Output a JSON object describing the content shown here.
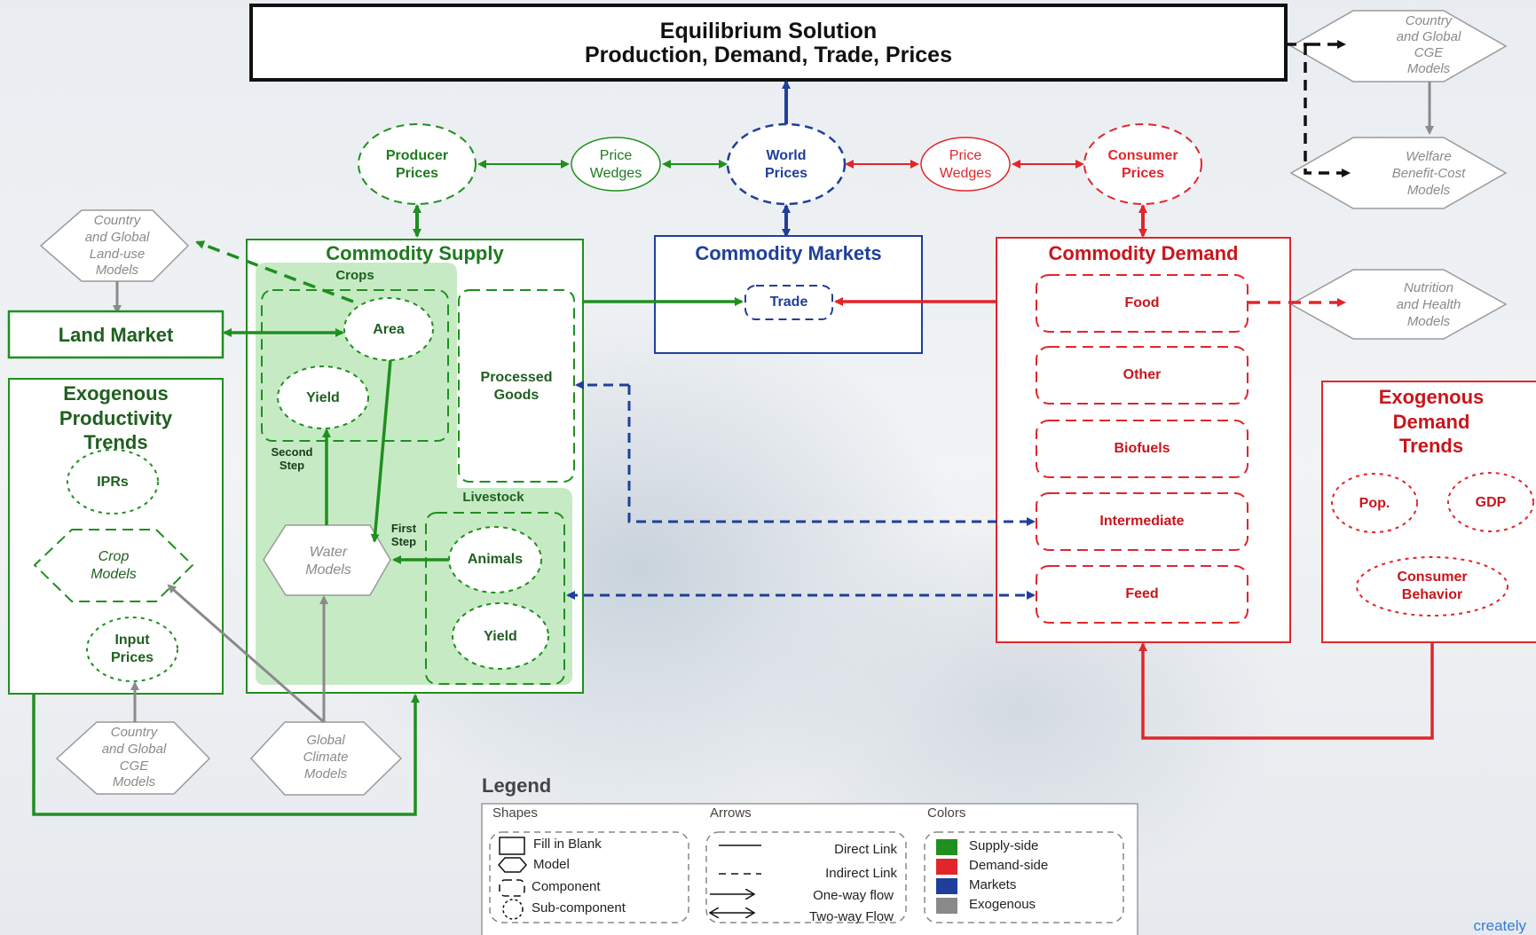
{
  "header": {
    "line1": "Equilibrium Solution",
    "line2": "Production, Demand, Trade, Prices"
  },
  "top_models": {
    "cge_top": "Country\nand Global\nCGE\nModels",
    "welfare": "Welfare\nBenefit-Cost\nModels"
  },
  "prices": {
    "producer": "Producer\nPrices",
    "wedges_left": "Price\nWedges",
    "world": "World\nPrices",
    "wedges_right": "Price\nWedges",
    "consumer": "Consumer\nPrices"
  },
  "supply": {
    "title": "Commodity Supply",
    "crops": "Crops",
    "area": "Area",
    "yield": "Yield",
    "second_step": "Second\nStep",
    "first_step": "First\nStep",
    "water_models": "Water\nModels",
    "processed_goods": "Processed\nGoods",
    "livestock": "Livestock",
    "animals": "Animals",
    "livestock_yield": "Yield"
  },
  "markets": {
    "title": "Commodity Markets",
    "trade": "Trade"
  },
  "demand": {
    "title": "Commodity Demand",
    "items": [
      "Food",
      "Other",
      "Biofuels",
      "Intermediate",
      "Feed"
    ]
  },
  "left": {
    "landuse_models": "Country\nand Global\nLand-use\nModels",
    "land_market": "Land Market",
    "exo_prod_title": "Exogenous\nProductivity\nTrends",
    "iprs": "IPRs",
    "crop_models": "Crop\nModels",
    "input_prices": "Input\nPrices",
    "cge_bottom": "Country\nand Global\nCGE\nModels",
    "climate_models": "Global\nClimate\nModels"
  },
  "right": {
    "nutrition_models": "Nutrition\nand Health\nModels",
    "exo_demand_title": "Exogenous\nDemand\nTrends",
    "pop": "Pop.",
    "gdp": "GDP",
    "consumer_behavior": "Consumer\nBehavior"
  },
  "legend": {
    "title": "Legend",
    "shapes_header": "Shapes",
    "arrows_header": "Arrows",
    "colors_header": "Colors",
    "shapes": [
      "Fill in Blank",
      "Model",
      "Component",
      "Sub-component"
    ],
    "arrows": [
      "Direct Link",
      "Indirect Link",
      "One-way flow",
      "Two-way Flow"
    ],
    "colors": [
      {
        "label": "Supply-side",
        "color": "#1f8f1f"
      },
      {
        "label": "Demand-side",
        "color": "#e0262b"
      },
      {
        "label": "Markets",
        "color": "#1f3f9a"
      },
      {
        "label": "Exogenous",
        "color": "#8a8a8a"
      }
    ]
  },
  "colors": {
    "supply": "#1f8f1f",
    "demand": "#e0262b",
    "markets": "#1f3f9a",
    "exogenous": "#8a8a8a",
    "black": "#111111"
  },
  "watermark": "creately"
}
